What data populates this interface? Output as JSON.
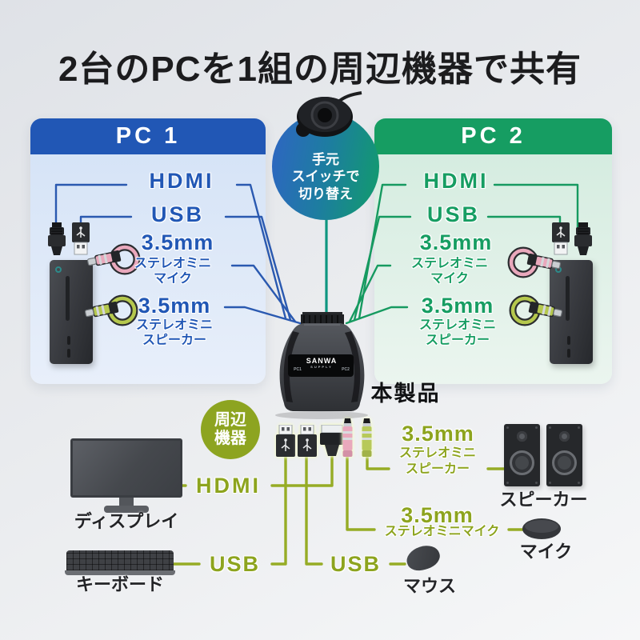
{
  "title": "2台のPCを1組の周辺機器で共有",
  "pc1": {
    "name": "PC 1",
    "hdmi": "HDMI",
    "usb": "USB",
    "mic": {
      "size": "3.5mm",
      "line1": "ステレオミニ",
      "line2": "マイク"
    },
    "speaker": {
      "size": "3.5mm",
      "line1": "ステレオミニ",
      "line2": "スピーカー"
    }
  },
  "pc2": {
    "name": "PC 2",
    "hdmi": "HDMI",
    "usb": "USB",
    "mic": {
      "size": "3.5mm",
      "line1": "ステレオミニ",
      "line2": "マイク"
    },
    "speaker": {
      "size": "3.5mm",
      "line1": "ステレオミニ",
      "line2": "スピーカー"
    }
  },
  "hand_switch": {
    "line1": "手元",
    "line2": "スイッチで",
    "line3": "切り替え"
  },
  "product": {
    "label": "本製品",
    "brand": "SANWA",
    "brand_sub": "SUPPLY",
    "left_port": "PC1",
    "right_port": "PC2"
  },
  "peripherals": {
    "badge_line1": "周辺",
    "badge_line2": "機器",
    "hdmi": "HDMI",
    "usb_keyboard": "USB",
    "usb_mouse": "USB",
    "speaker_jack": {
      "size": "3.5mm",
      "line1": "ステレオミニ",
      "line2": "スピーカー"
    },
    "mic_jack": {
      "size": "3.5mm",
      "line1": "ステレオミニマイク"
    },
    "display": "ディスプレイ",
    "keyboard": "キーボード",
    "mouse": "マウス",
    "mic": "マイク",
    "speaker": "スピーカー"
  },
  "colors": {
    "pc1_accent": "#2157b5",
    "pc2_accent": "#169d62",
    "peripheral_accent": "#8da41e",
    "switch_teal": "#0e9680",
    "mic_cable": "#e9a8bc",
    "speaker_cable": "#b5c84d"
  }
}
